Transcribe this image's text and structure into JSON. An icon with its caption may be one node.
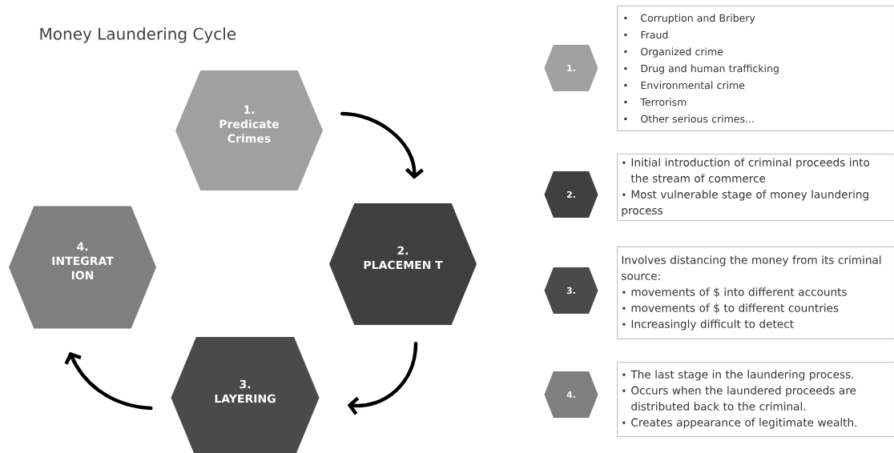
{
  "diagram": {
    "title": "Money Laundering Cycle",
    "nodes": [
      {
        "text": [
          "1.",
          "Predicate Crimes"
        ]
      },
      {
        "text": [
          "2.",
          "PLACEMEN T"
        ]
      },
      {
        "text": [
          "3.",
          "LAYERING"
        ]
      },
      {
        "text": [
          "4.",
          "INTEGRAT ION"
        ]
      },
      {
        "text": [
          "1."
        ]
      },
      {
        "text": [
          "Corruption and Bribery",
          "Fraud",
          "Organized crime",
          "Drug and human trafficking",
          "Environmental crime",
          "Terrorism",
          "Other serious crimes..."
        ]
      },
      {
        "text": [
          "2."
        ]
      },
      {
        "text": [
          "Initial introduction of criminal proceeds into the stream of commerce",
          "Most vulnerable stage of money laundering process"
        ]
      },
      {
        "text": [
          "3."
        ]
      },
      {
        "text": [
          "Involves distancing the money from its criminal source:",
          "movements of $ into different accounts",
          "movements of $ to different countries",
          "Increasingly difficult to detect"
        ]
      },
      {
        "text": [
          "4."
        ]
      },
      {
        "text": [
          "The last stage in the laundering process.",
          "Occurs when the laundered proceeds are distributed back to the criminal.",
          "Creates appearance of legitimate wealth."
        ]
      }
    ],
    "edges": [
      {
        "from": 0,
        "to": 1,
        "arrow": "to"
      },
      {
        "from": 1,
        "to": 2,
        "arrow": "to"
      },
      {
        "from": 2,
        "to": 3,
        "arrow": "to"
      }
    ]
  }
}
